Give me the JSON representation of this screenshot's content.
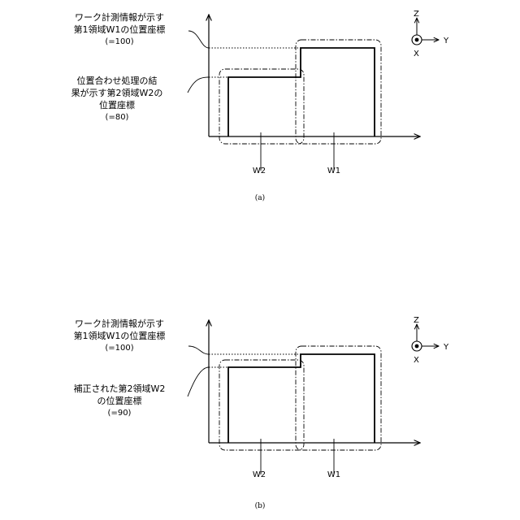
{
  "panel_a": {
    "label_w1": [
      "ワーク計測情報が示す",
      "第1領域W1の位置座標",
      "(=100)"
    ],
    "label_w2": [
      "位置合わせ処理の結",
      "果が示す第2領域W2の",
      "位置座標",
      "(=80)"
    ],
    "region_w2": "W2",
    "region_w1": "W1",
    "caption": "(a)"
  },
  "panel_b": {
    "label_w1": [
      "ワーク計測情報が示す",
      "第1領域W1の位置座標",
      "(=100)"
    ],
    "label_w2": [
      "補正された第2領域W2",
      "の位置座標",
      "(=90)"
    ],
    "region_w2": "W2",
    "region_w1": "W1",
    "caption": "(b)"
  },
  "axes": {
    "z": "Z",
    "y": "Y",
    "x": "X"
  }
}
